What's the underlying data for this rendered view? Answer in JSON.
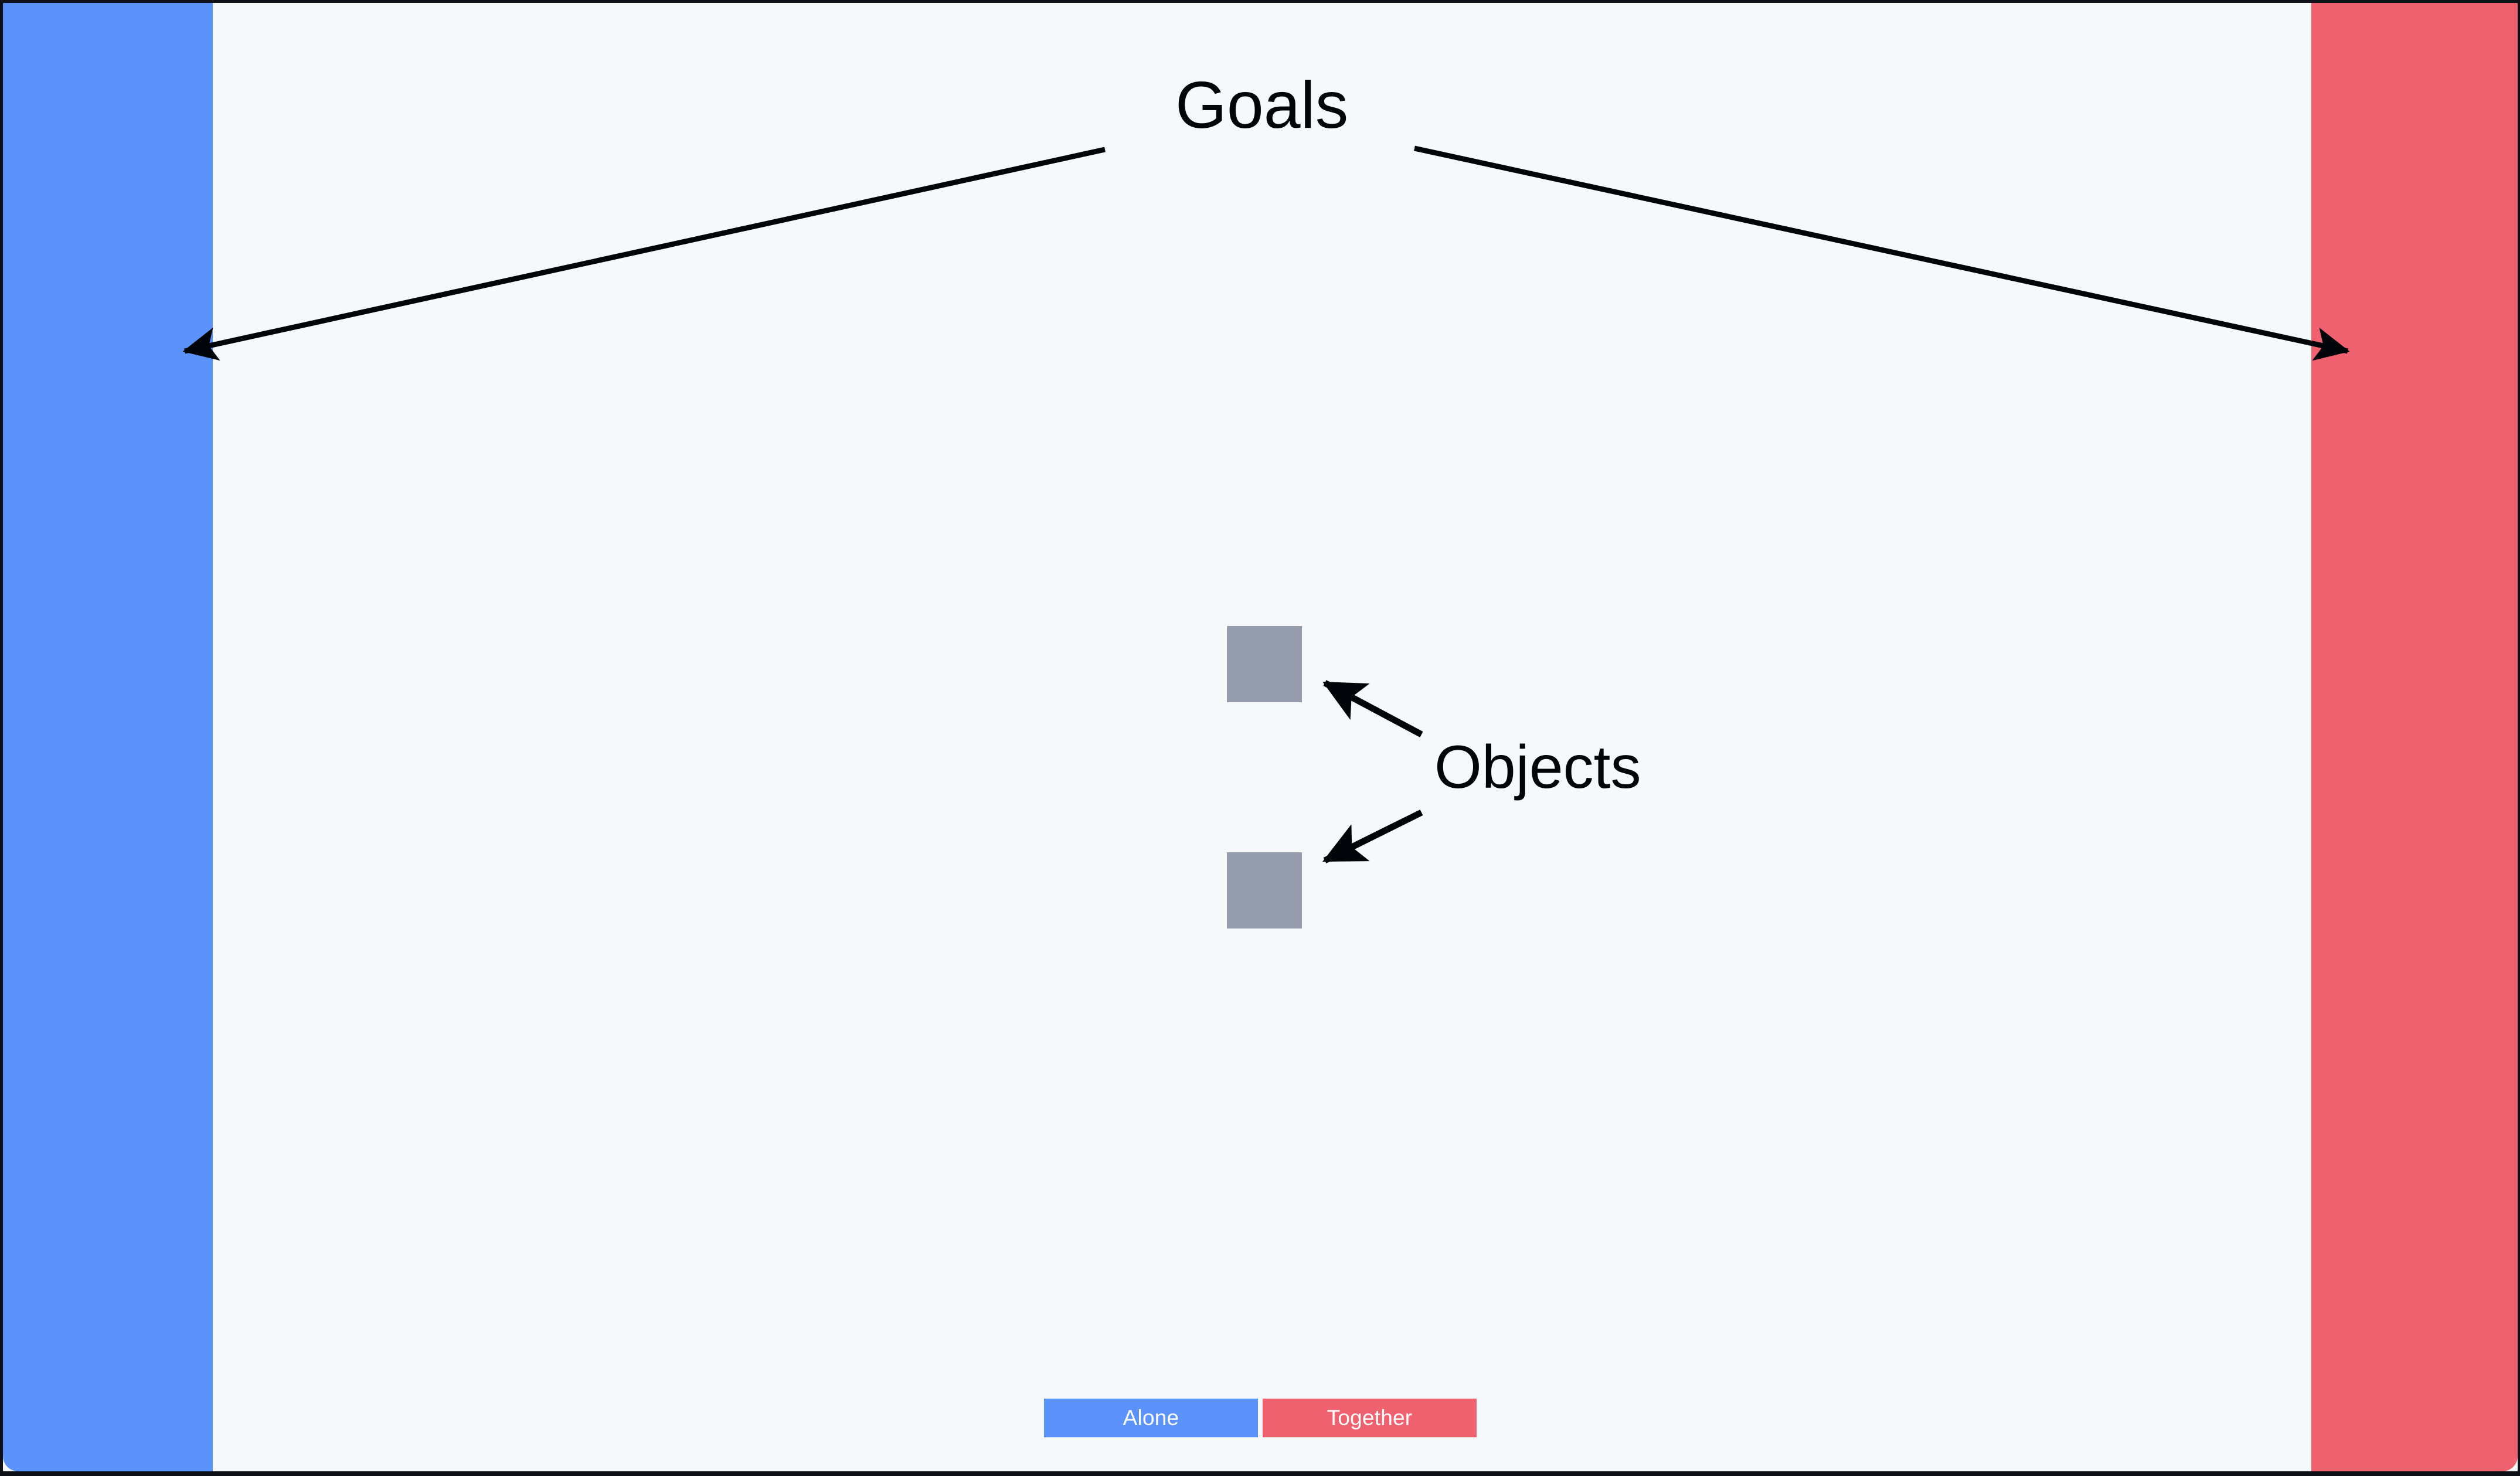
{
  "scene": {
    "background_color": "#f6f8fa",
    "frame_color": "#0d1117"
  },
  "goal_zones": [
    {
      "name": "left-goal",
      "color": "#5b93fb",
      "side": "left"
    },
    {
      "name": "right-goal",
      "color": "#f0616f",
      "side": "right"
    }
  ],
  "objects": [
    {
      "name": "object-1",
      "color": "#959cac",
      "shape": "square"
    },
    {
      "name": "object-2",
      "color": "#959cac",
      "shape": "square"
    }
  ],
  "annotations": {
    "goals_label": "Goals",
    "objects_label": "Objects",
    "arrow_color": "#010409"
  },
  "controls": {
    "alone_label": "Alone",
    "together_label": "Together",
    "alone_color": "#5b93fb",
    "together_color": "#f0616f"
  }
}
